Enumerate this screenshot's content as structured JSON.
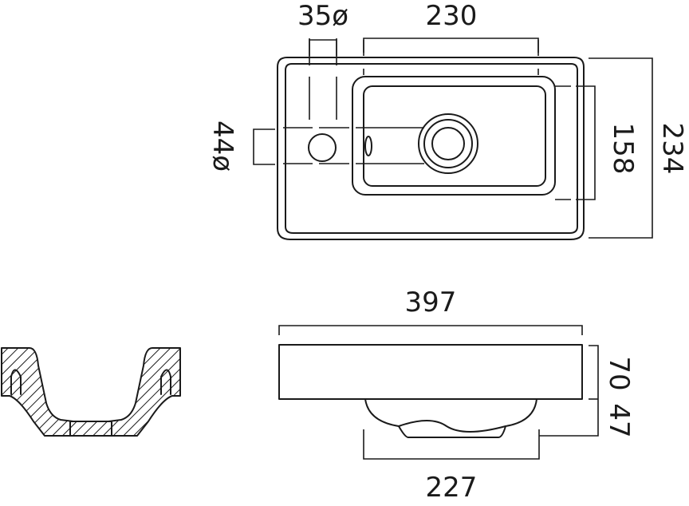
{
  "drawing": {
    "colors": {
      "line": "#1a1a1a",
      "background": "#ffffff"
    },
    "dimensions": {
      "tap_hole_diameter": "35ø",
      "bowl_width_top": "230",
      "waste_hole_diameter": "44ø",
      "bowl_depth": "158",
      "overall_depth": "234",
      "overall_width": "397",
      "overall_height": "70",
      "bowl_height": "47",
      "bowl_width_bottom": "227"
    }
  }
}
